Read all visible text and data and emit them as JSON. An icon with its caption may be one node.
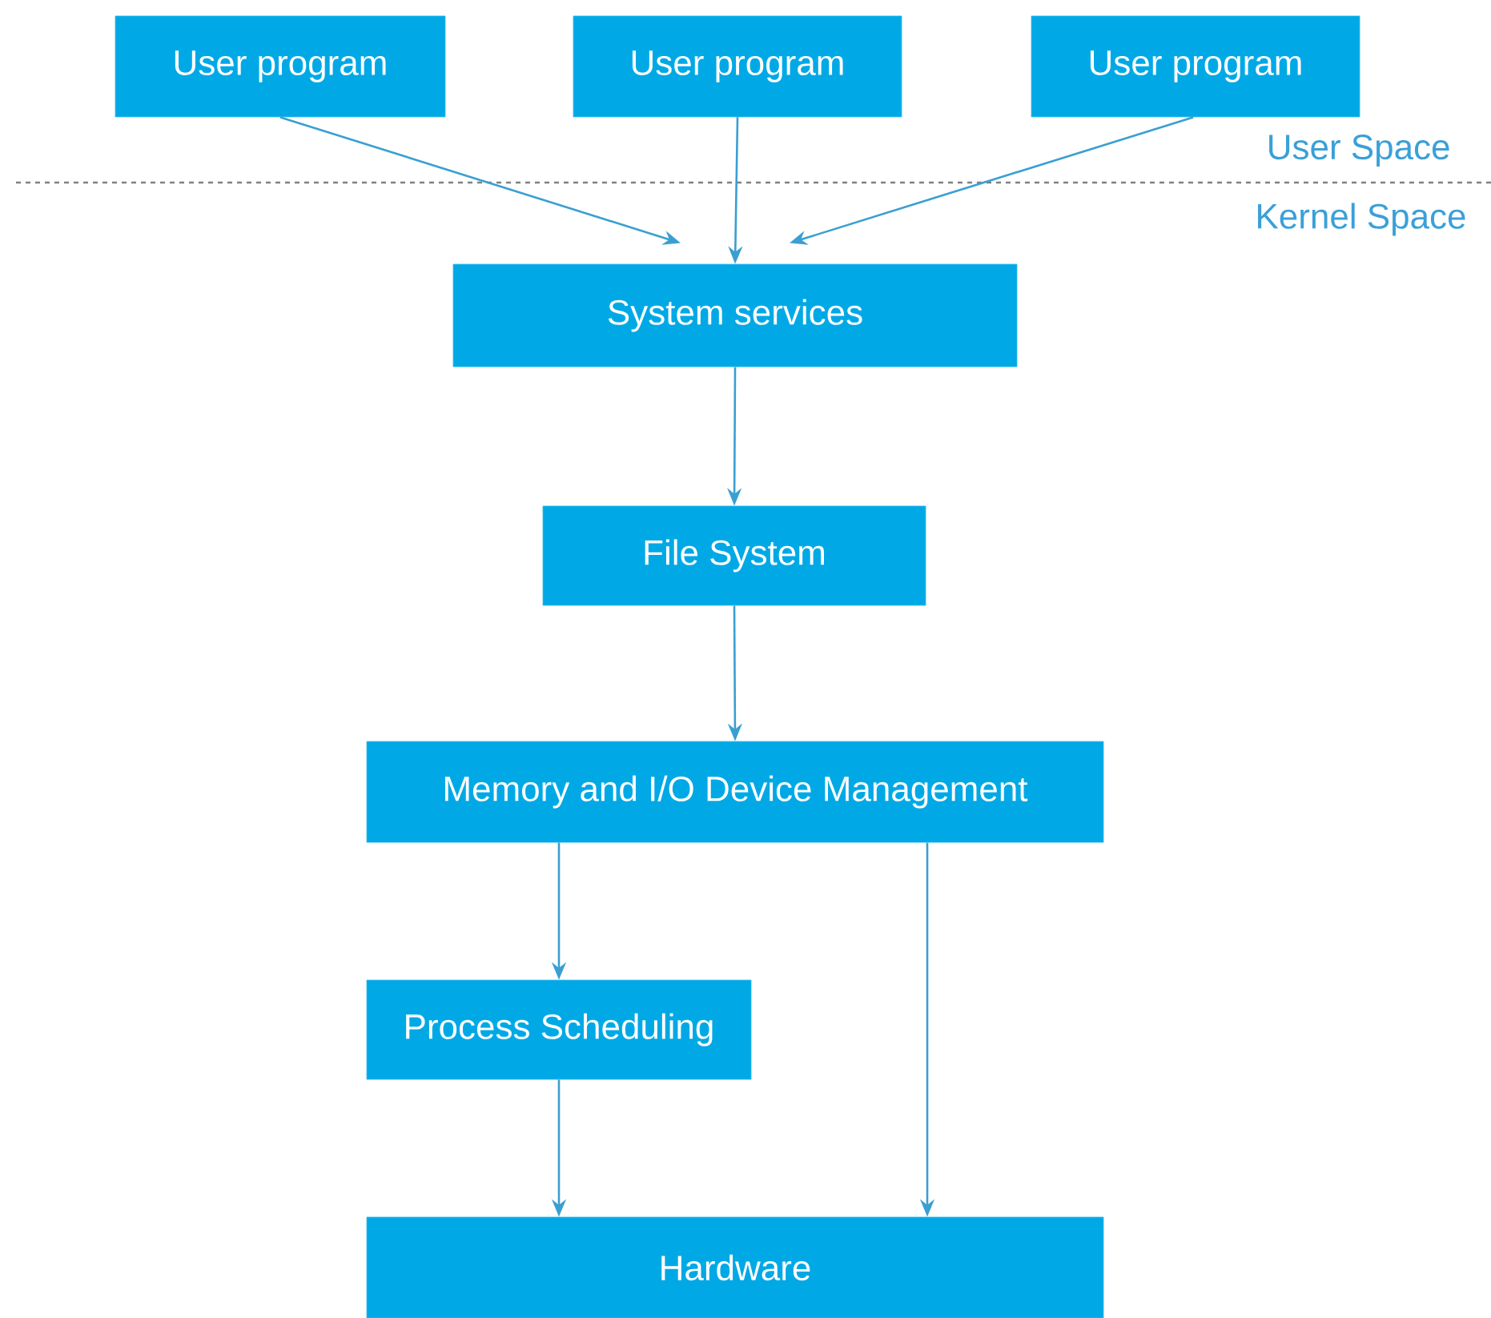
{
  "diagram": {
    "nodes": [
      {
        "text": [
          "User program"
        ]
      },
      {
        "text": [
          "User program"
        ]
      },
      {
        "text": [
          "User program"
        ]
      },
      {
        "text": [
          "System services"
        ]
      },
      {
        "text": [
          "File System"
        ]
      },
      {
        "text": [
          "Memory and I/O Device Management"
        ]
      },
      {
        "text": [
          "Process Scheduling"
        ]
      },
      {
        "text": [
          "Hardware"
        ]
      }
    ],
    "edges": [
      {
        "from": 0,
        "to": 3,
        "arrow": "to"
      },
      {
        "from": 1,
        "to": 3,
        "arrow": "to"
      },
      {
        "from": 2,
        "to": 3,
        "arrow": "to"
      },
      {
        "from": 3,
        "to": 4,
        "arrow": "to"
      },
      {
        "from": 4,
        "to": 5,
        "arrow": "to"
      },
      {
        "from": 5,
        "to": 6,
        "arrow": "to"
      },
      {
        "from": 6,
        "to": 7,
        "arrow": "to"
      },
      {
        "from": 5,
        "to": 7,
        "arrow": "to"
      }
    ],
    "labels": [
      "User Space",
      "Kernel Space"
    ]
  }
}
